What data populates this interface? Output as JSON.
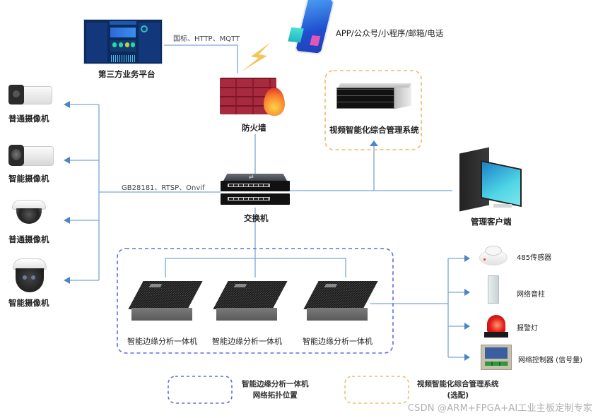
{
  "diagram": {
    "title": "智能边缘分析一体机网络拓扑",
    "nodes": {
      "third_party": {
        "label": "第三方业务平台",
        "icon": "dashboard-screen-icon"
      },
      "mobile": {
        "label": "APP/公众号/小程序/邮箱/电话",
        "icon": "smartphone-icon"
      },
      "firewall": {
        "label": "防火墙",
        "icon": "firewall-icon"
      },
      "vms": {
        "label": "视频智能化综合管理系统",
        "icon": "rack-server-icon"
      },
      "switch": {
        "label": "交换机",
        "icon": "network-switch-icon"
      },
      "client": {
        "label": "管理客户端",
        "icon": "desktop-computer-icon"
      },
      "cameras": [
        {
          "label": "普通摄像机",
          "icon": "bullet-camera-icon"
        },
        {
          "label": "智能摄像机",
          "icon": "smart-bullet-camera-icon"
        },
        {
          "label": "普通摄像机",
          "icon": "dome-camera-icon"
        },
        {
          "label": "智能摄像机",
          "icon": "ptz-dome-camera-icon"
        }
      ],
      "edge_boxes": [
        {
          "label": "智能边缘分析一体机",
          "icon": "edge-box-icon"
        },
        {
          "label": "智能边缘分析一体机",
          "icon": "edge-box-icon"
        },
        {
          "label": "智能边缘分析一体机",
          "icon": "edge-box-icon"
        }
      ],
      "peripherals": [
        {
          "label": "485传感器",
          "icon": "smoke-sensor-icon"
        },
        {
          "label": "网络音柱",
          "icon": "column-speaker-icon"
        },
        {
          "label": "报警灯",
          "icon": "alarm-light-icon"
        },
        {
          "label": "网络控制器 (信号量)",
          "icon": "network-controller-icon"
        }
      ]
    },
    "protocols": {
      "third_party_link": "国标、HTTP、MQTT",
      "camera_link": "GB28181、RTSP、Onvif"
    },
    "legend": [
      {
        "line1": "智能边缘分析一体机",
        "line2": "网络拓扑位置",
        "style": "blue-dashed"
      },
      {
        "line1": "视频智能化综合管理系统",
        "line2": "(选配)",
        "style": "orange-dashed"
      }
    ],
    "colors": {
      "wire": "#6b9bd1",
      "arrow": "#4a86c5",
      "edge_group_border": "#5b6ee8",
      "optional_border": "#f5b66a"
    }
  },
  "watermark": "CSDN @ARM+FPGA+AI工业主板定制专家"
}
